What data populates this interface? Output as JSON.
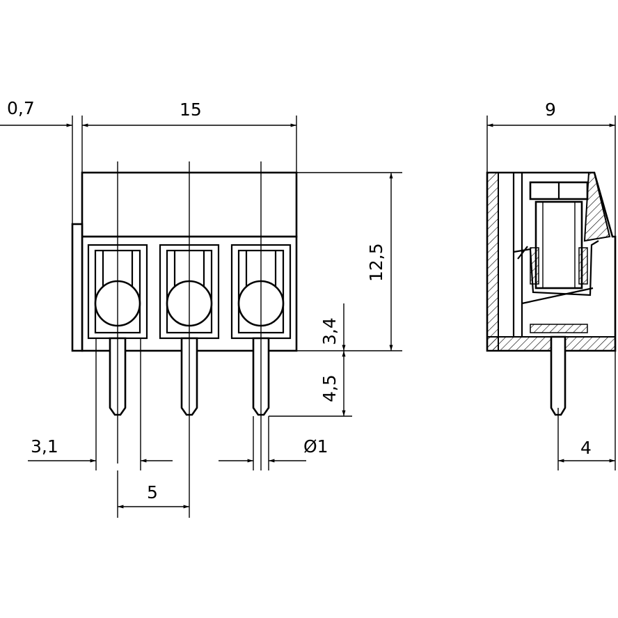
{
  "dimensions": {
    "d_0_7": "0,7",
    "d_15": "15",
    "d_9": "9",
    "d_12_5": "12,5",
    "d_3_4": "3,4",
    "d_4_5": "4,5",
    "d_3_1": "3,1",
    "d_phi1": "Ø1",
    "d_4": "4",
    "d_5": "5"
  },
  "colors": {
    "stroke": "#000000",
    "background": "#ffffff"
  }
}
